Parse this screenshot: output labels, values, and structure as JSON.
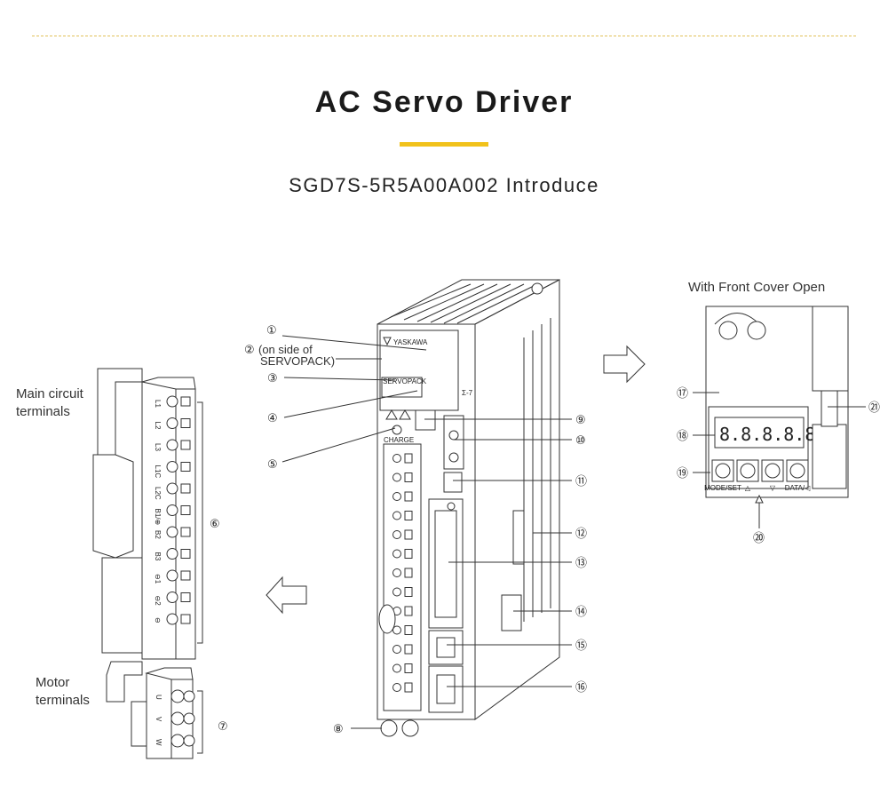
{
  "header": {
    "title": "AC Servo Driver",
    "subtitle": "SGD7S-5R5A00A002 Introduce"
  },
  "diagram": {
    "main_circuit_label_1": "Main circuit",
    "main_circuit_label_2": "terminals",
    "motor_label_1": "Motor",
    "motor_label_2": "terminals",
    "front_cover_label": "With Front Cover Open",
    "callout_2_line1": "(on side of",
    "callout_2_line2": "SERVOPACK)",
    "brand": "YASKAWA",
    "model_plate": "SERVOPACK",
    "charge": "CHARGE",
    "sigma": "Σ-7",
    "panel_buttons": [
      "MODE/SET",
      "△",
      "▽",
      "DATA/◁"
    ],
    "display_chars": "8.8.8.8.8.",
    "main_terminals": [
      "L1",
      "L2",
      "L3",
      "L1C",
      "L2C",
      "B1/⊕",
      "B2",
      "B3",
      "⊖1",
      "⊖2",
      "⊖"
    ],
    "motor_terminals": [
      "U",
      "V",
      "W"
    ],
    "callouts": [
      "①",
      "②",
      "③",
      "④",
      "⑤",
      "⑥",
      "⑦",
      "⑧",
      "⑨",
      "⑩",
      "⑪",
      "⑫",
      "⑬",
      "⑭",
      "⑮",
      "⑯",
      "⑰",
      "⑱",
      "⑲",
      "⑳",
      "㉑"
    ]
  }
}
